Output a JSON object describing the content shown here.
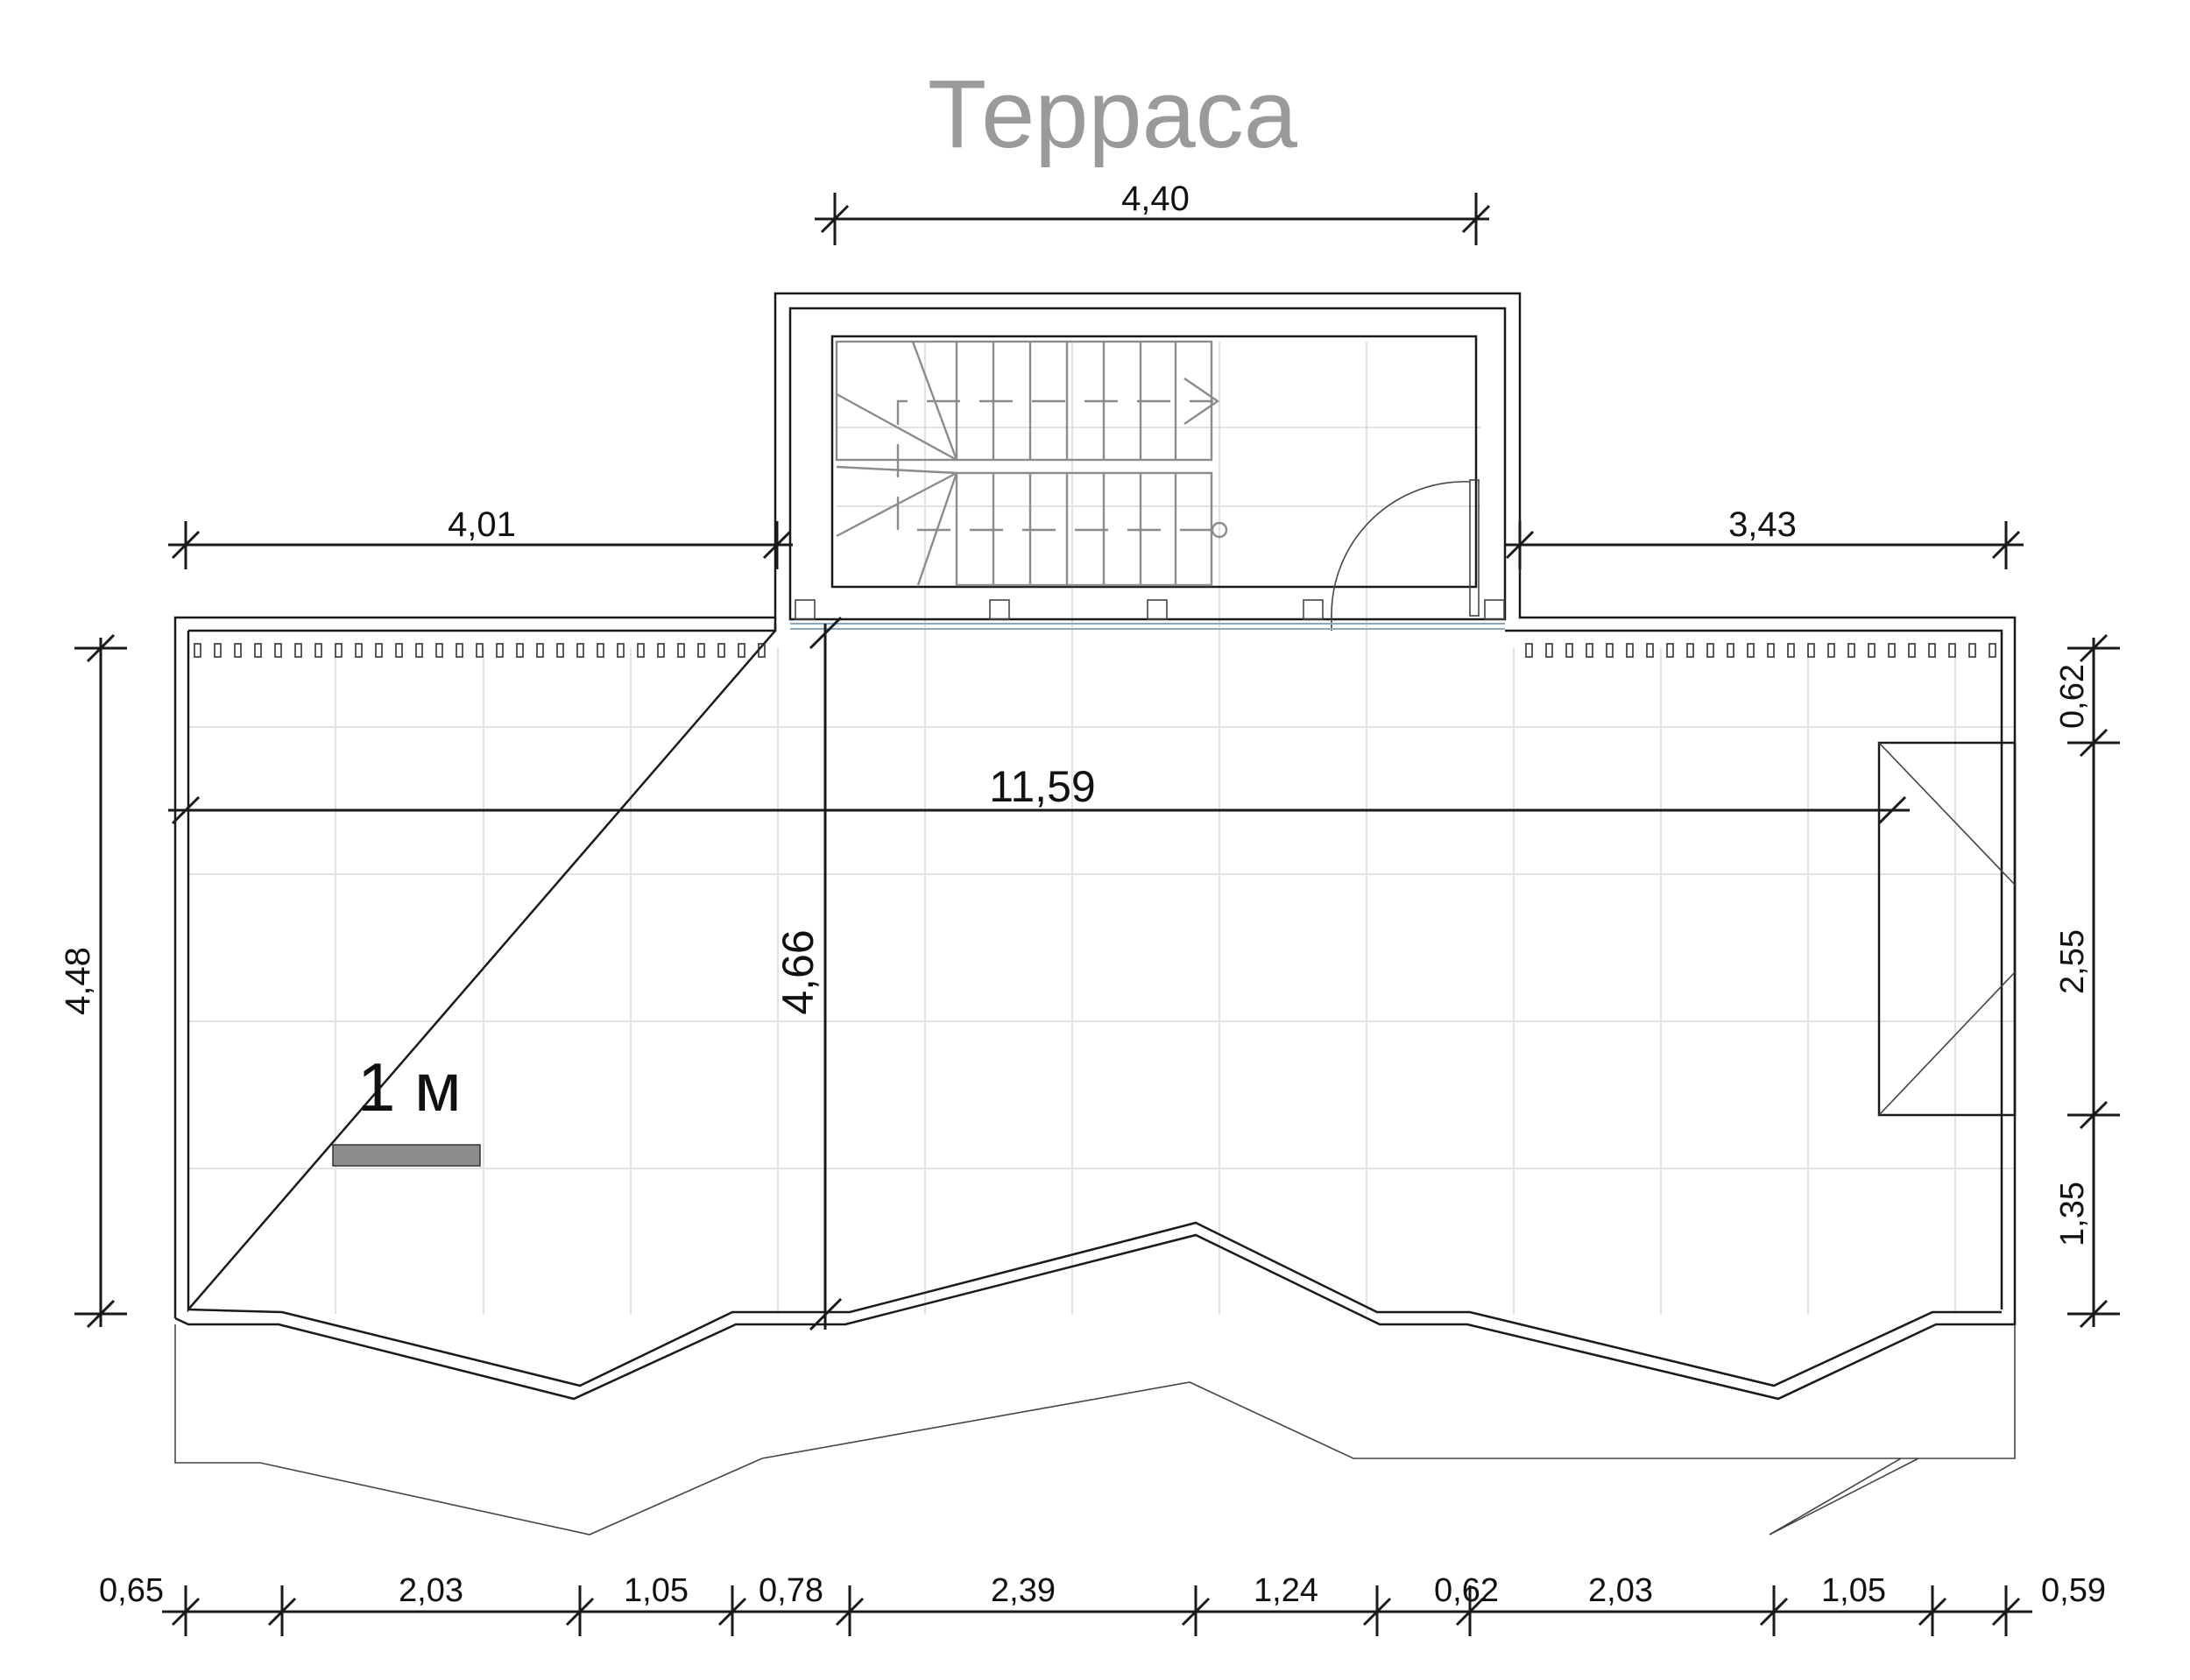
{
  "title": "Терраса",
  "scale_bar": {
    "label": "1 м",
    "color": "#8c8c8c"
  },
  "dimensions": {
    "stair_width": "4,40",
    "left_top": "4,01",
    "right_top": "3,43",
    "inner_length": "11,59",
    "inner_depth": "4,66",
    "left_depth": "4,48",
    "right_segments": [
      "0,62",
      "2,55",
      "1,35"
    ],
    "bottom_segments": [
      "0,65",
      "2,03",
      "1,05",
      "0,78",
      "2,39",
      "1,24",
      "0,62",
      "2,03",
      "1,05",
      "0,59"
    ]
  },
  "colors": {
    "wall": "#1a1a1a",
    "title": "#9a9a9a",
    "grid": "#e2e2e2",
    "stair": "#8c8c8c"
  }
}
